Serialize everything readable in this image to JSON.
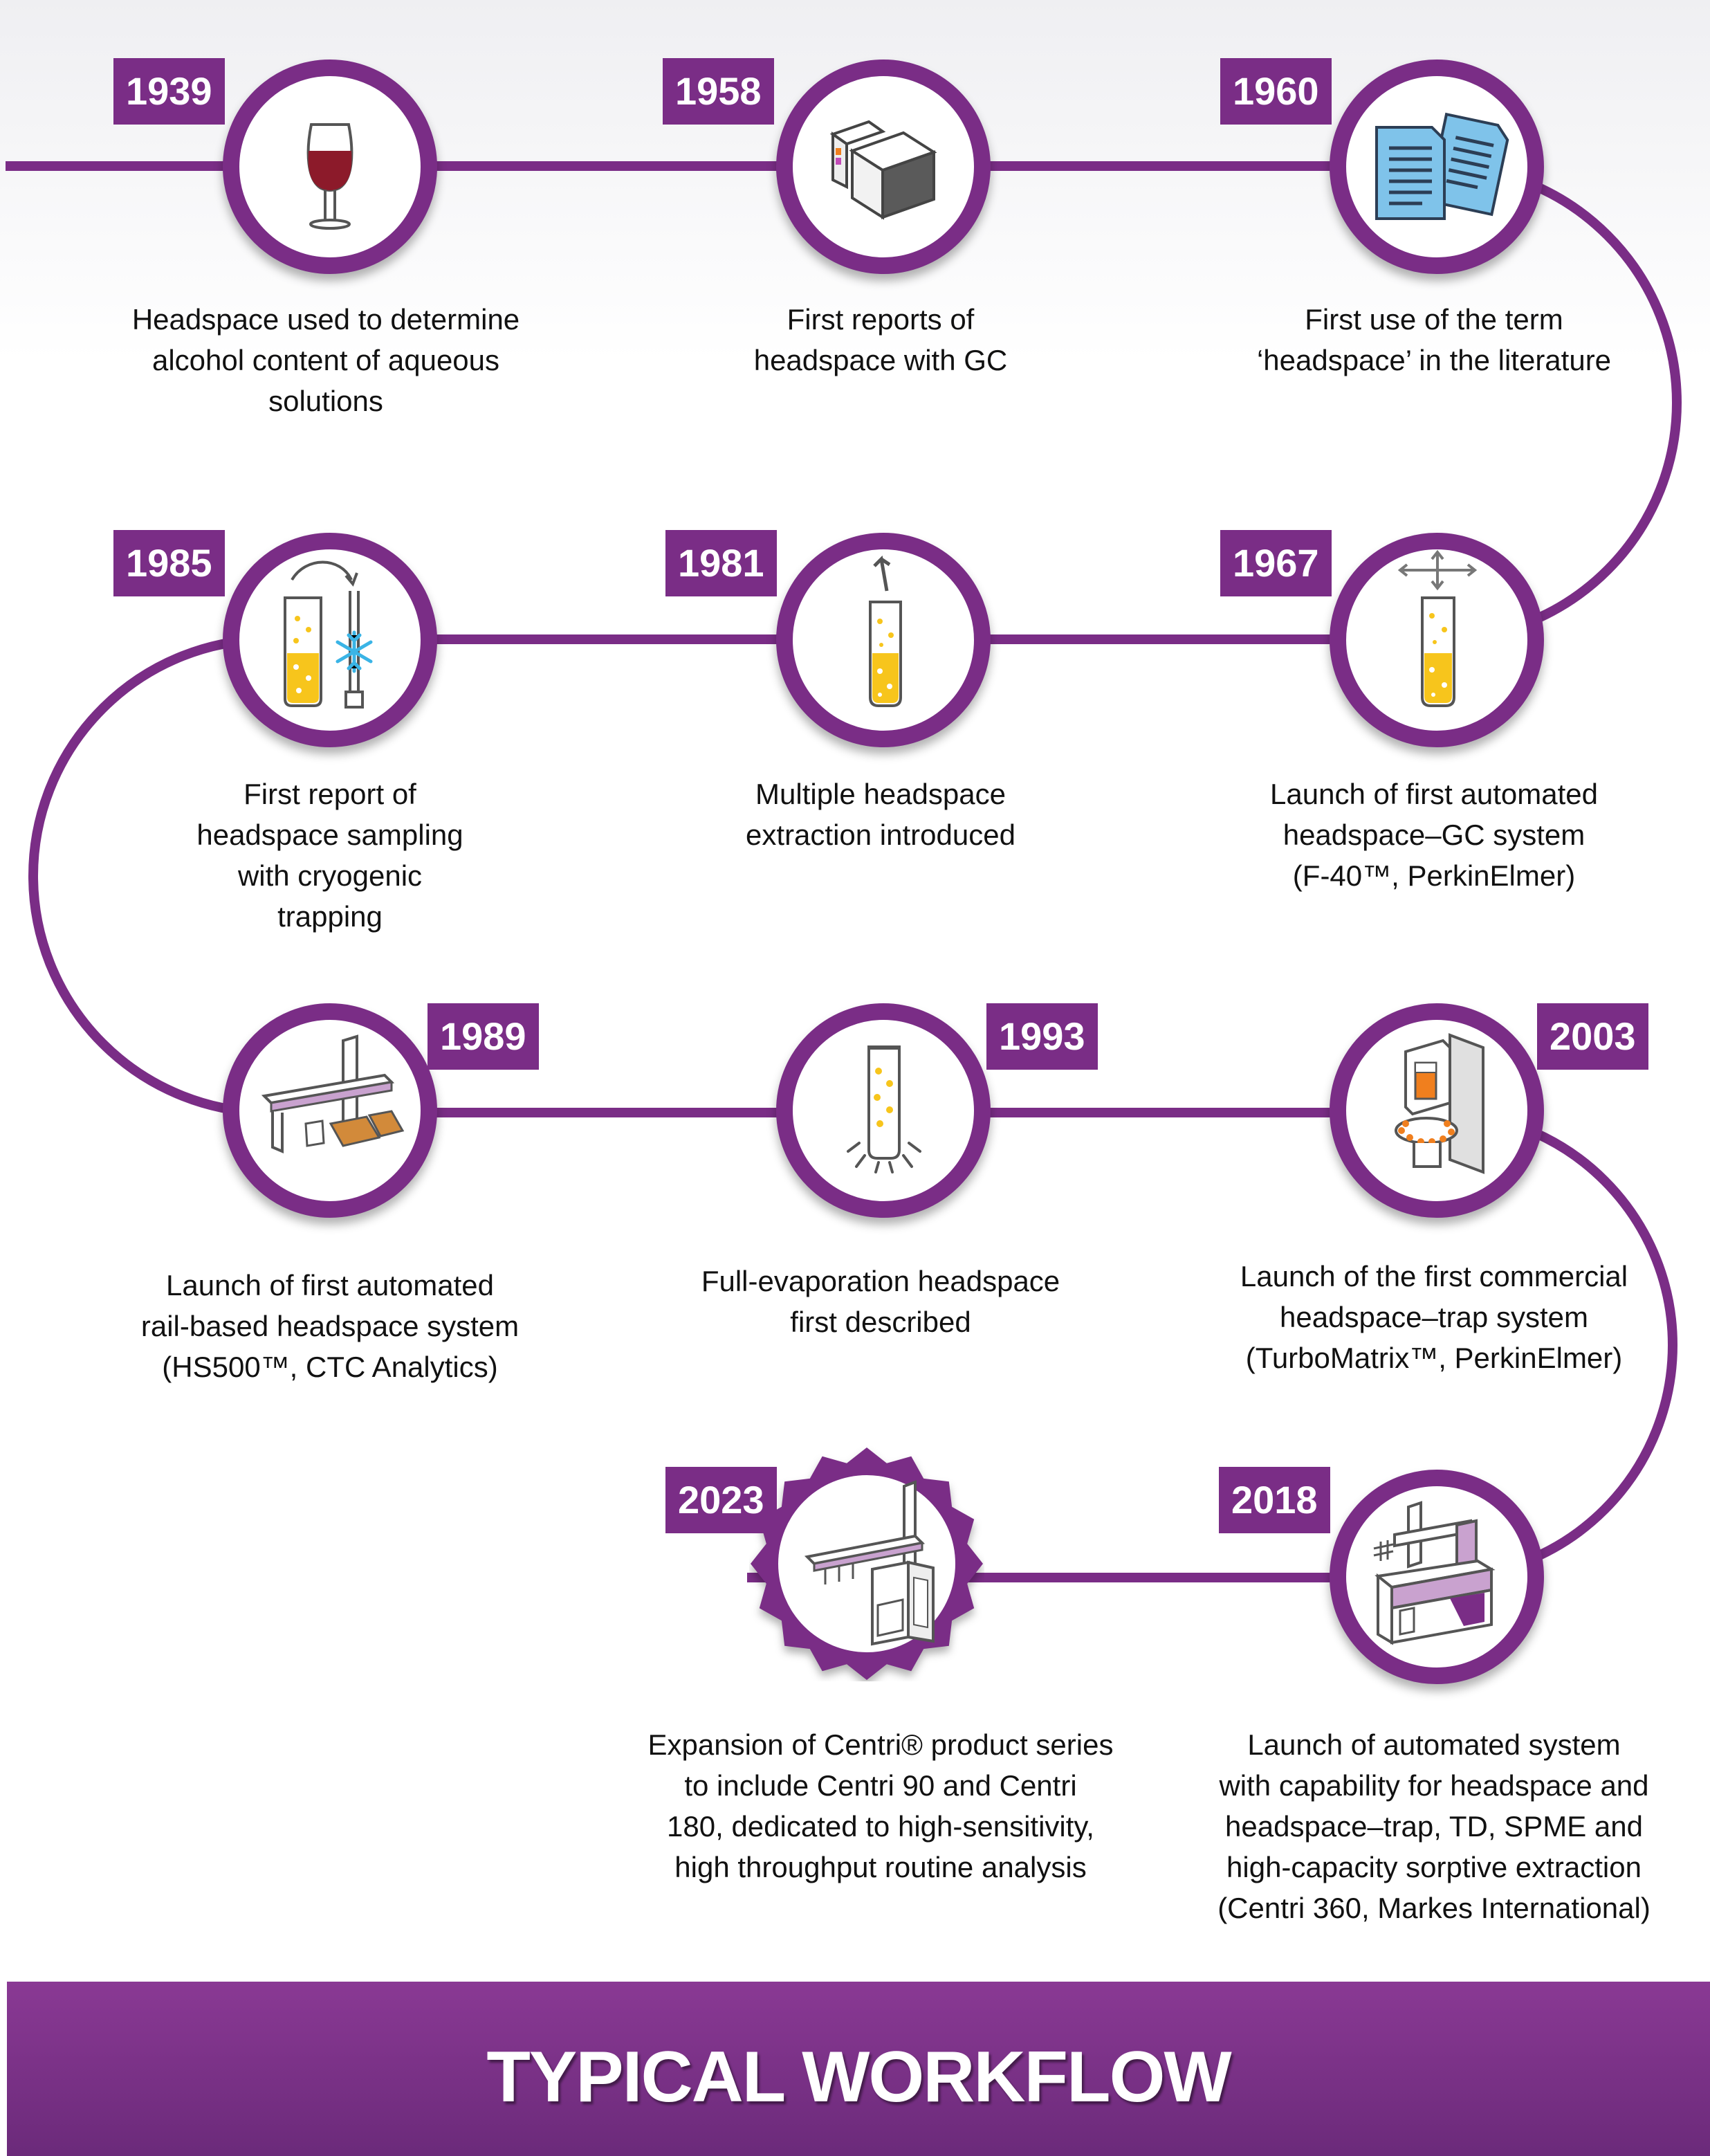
{
  "colors": {
    "primary_purple": "#7a2d86",
    "liquid_yellow": "#f7c51c",
    "ice_blue": "#3ab4e6",
    "wine_red": "#8c1a2a",
    "orange_accent": "#f07f1e"
  },
  "milestones": [
    {
      "year": "1939",
      "icon": "wine-glass-icon",
      "caption": [
        "Headspace used to determine",
        "alcohol content of aqueous",
        "solutions"
      ]
    },
    {
      "year": "1958",
      "icon": "gc-instrument-icon",
      "caption": [
        "First reports of",
        "headspace with GC"
      ]
    },
    {
      "year": "1960",
      "icon": "documents-icon",
      "caption": [
        "First use of the term",
        "‘headspace’ in the literature"
      ]
    },
    {
      "year": "1967",
      "icon": "shaken-vial-icon",
      "caption": [
        "Launch of first automated",
        "headspace–GC system",
        "(F-40™, PerkinElmer)"
      ]
    },
    {
      "year": "1981",
      "icon": "vial-extraction-icon",
      "caption": [
        "Multiple headspace",
        "extraction introduced"
      ]
    },
    {
      "year": "1985",
      "icon": "cryogenic-trap-icon",
      "caption": [
        "First report of",
        "headspace sampling",
        "with cryogenic",
        "trapping"
      ]
    },
    {
      "year": "1989",
      "icon": "rail-autosampler-icon",
      "caption": [
        "Launch of first automated",
        "rail-based headspace system",
        "(HS500™, CTC Analytics)"
      ]
    },
    {
      "year": "1993",
      "icon": "evaporating-vial-icon",
      "caption": [
        "Full-evaporation headspace",
        "first described"
      ]
    },
    {
      "year": "2003",
      "icon": "headspace-trap-icon",
      "caption": [
        "Launch of the first commercial",
        "headspace–trap system",
        "(TurboMatrix™, PerkinElmer)"
      ]
    },
    {
      "year": "2018",
      "icon": "centri-360-icon",
      "caption": [
        "Launch of automated system",
        "with capability for headspace and",
        "headspace–trap, TD, SPME and",
        "high-capacity sorptive extraction",
        "(Centri 360, Markes International)"
      ]
    },
    {
      "year": "2023",
      "icon": "centri-90-180-icon",
      "caption": [
        "Expansion of Centri® product series",
        "to include Centri 90 and Centri",
        "180, dedicated to high-sensitivity,",
        "high throughput routine analysis"
      ]
    }
  ],
  "banner": {
    "title": "TYPICAL WORKFLOW"
  }
}
